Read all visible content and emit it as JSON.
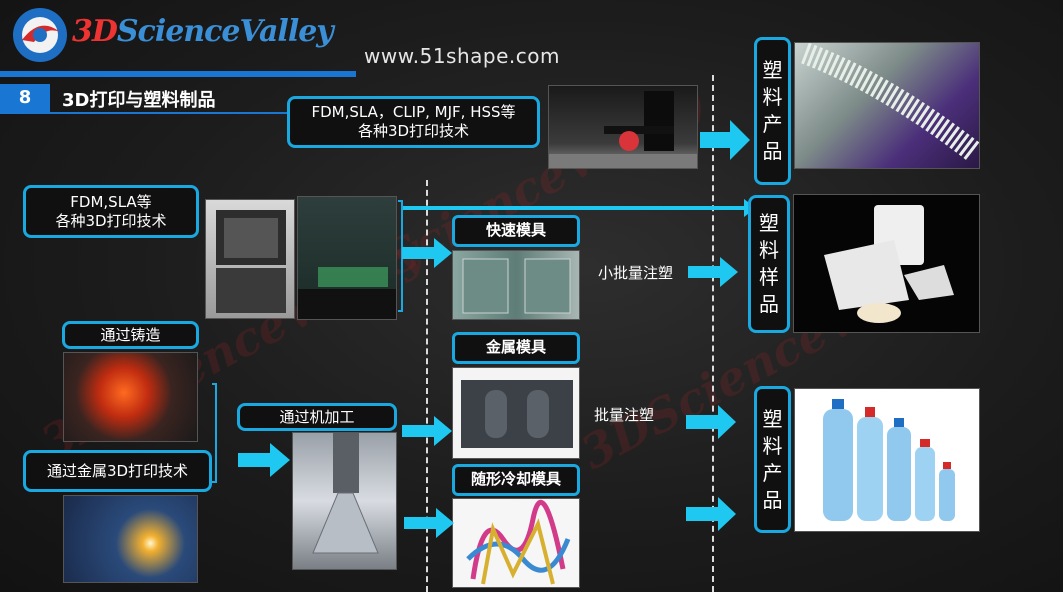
{
  "logo": {
    "text_accent": "3D",
    "text_main": "ScienceValley"
  },
  "watermark": "3DScienceValley",
  "url": "www.51shape.com",
  "section": {
    "number": "8",
    "title": "3D打印与塑料制品"
  },
  "boxes": {
    "top_tech": "FDM,SLA，CLIP, MJF, HSS等\n各种3D打印技术",
    "mid_tech": "FDM,SLA等\n各种3D打印技术",
    "casting": "通过铸造",
    "metal_print": "通过金属3D打印技术",
    "machining": "通过机加工"
  },
  "headers": {
    "rapid_mold": "快速模具",
    "metal_mold": "金属模具",
    "conformal_mold": "随形冷却模具"
  },
  "labels": {
    "small_batch": "小批量注塑",
    "batch": "批量注塑"
  },
  "outputs": {
    "top": [
      "塑",
      "料",
      "产",
      "品"
    ],
    "mid": [
      "塑",
      "料",
      "样",
      "品"
    ],
    "bottom": [
      "塑",
      "料",
      "产",
      "品"
    ]
  },
  "colors": {
    "accent": "#19a8e0",
    "arrow": "#1ec8f0",
    "section_blue": "#1976d2"
  }
}
